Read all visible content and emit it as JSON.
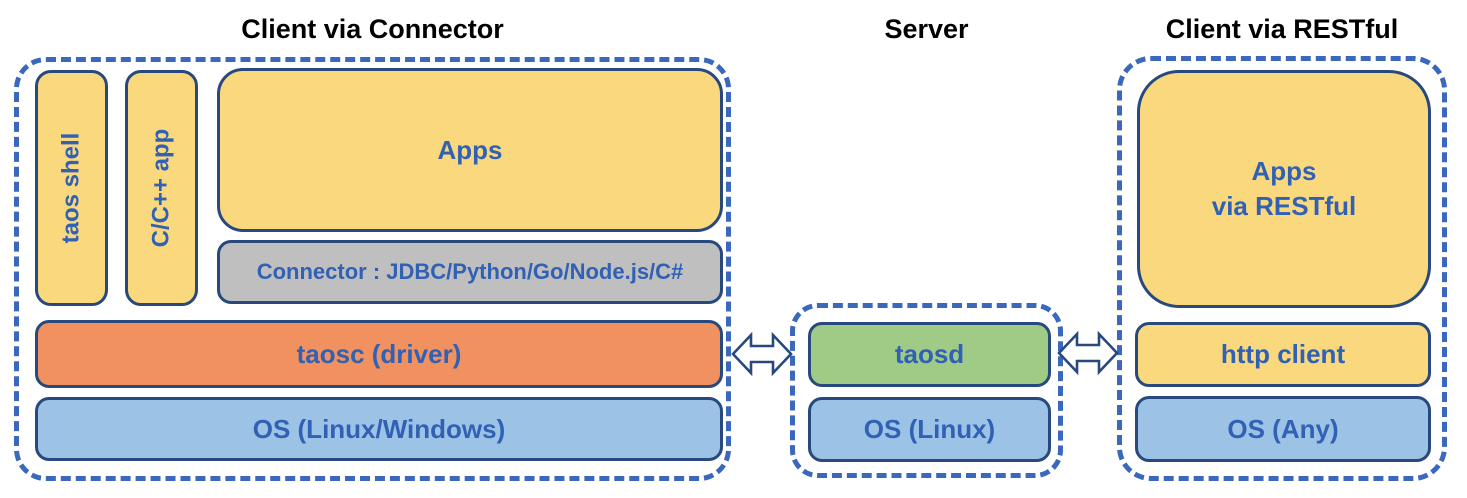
{
  "colors": {
    "dash-blue": "#3A68BC",
    "box-border": "#27497E",
    "label-blue": "#3161B4",
    "title-black": "#000000",
    "yellow": "#FAD87E",
    "orange": "#F0915F",
    "blue": "#9CC2E6",
    "green": "#9FCB87",
    "gray": "#BFBFBF",
    "arrow-fill": "#FFFFFF"
  },
  "titles": {
    "left": "Client via Connector",
    "middle": "Server",
    "right": "Client via RESTful"
  },
  "client_connector": {
    "taos_shell": "taos shell",
    "cpp_app": "C/C++ app",
    "apps": "Apps",
    "connector": "Connector : JDBC/Python/Go/Node.js/C#",
    "taosc": "taosc (driver)",
    "os": "OS (Linux/Windows)"
  },
  "server": {
    "taosd": "taosd",
    "os": "OS (Linux)"
  },
  "client_restful": {
    "apps_line1": "Apps",
    "apps_line2": "via RESTful",
    "http_client": "http client",
    "os": "OS (Any)"
  },
  "icons": {
    "left_arrow": "bidirectional-arrow",
    "right_arrow": "bidirectional-arrow"
  }
}
